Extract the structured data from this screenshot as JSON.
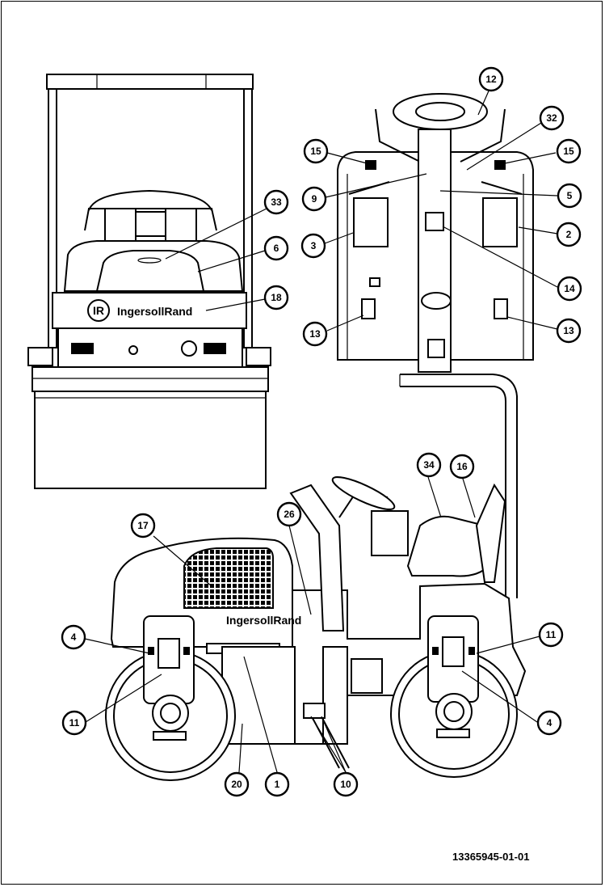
{
  "drawing_number": "13365945-01-01",
  "brand_text": "IngersollRand",
  "brand_badge": "IR",
  "callouts": {
    "c33": "33",
    "c6": "6",
    "c18": "18",
    "c12": "12",
    "c32": "32",
    "c15_left": "15",
    "c15_right": "15",
    "c9": "9",
    "c5": "5",
    "c3": "3",
    "c2": "2",
    "c14": "14",
    "c13_left": "13",
    "c13_right": "13",
    "c34": "34",
    "c16": "16",
    "c17": "17",
    "c26": "26",
    "c4_left": "4",
    "c11_right": "11",
    "c11_left": "11",
    "c4_right": "4",
    "c20": "20",
    "c1": "1",
    "c10": "10"
  }
}
